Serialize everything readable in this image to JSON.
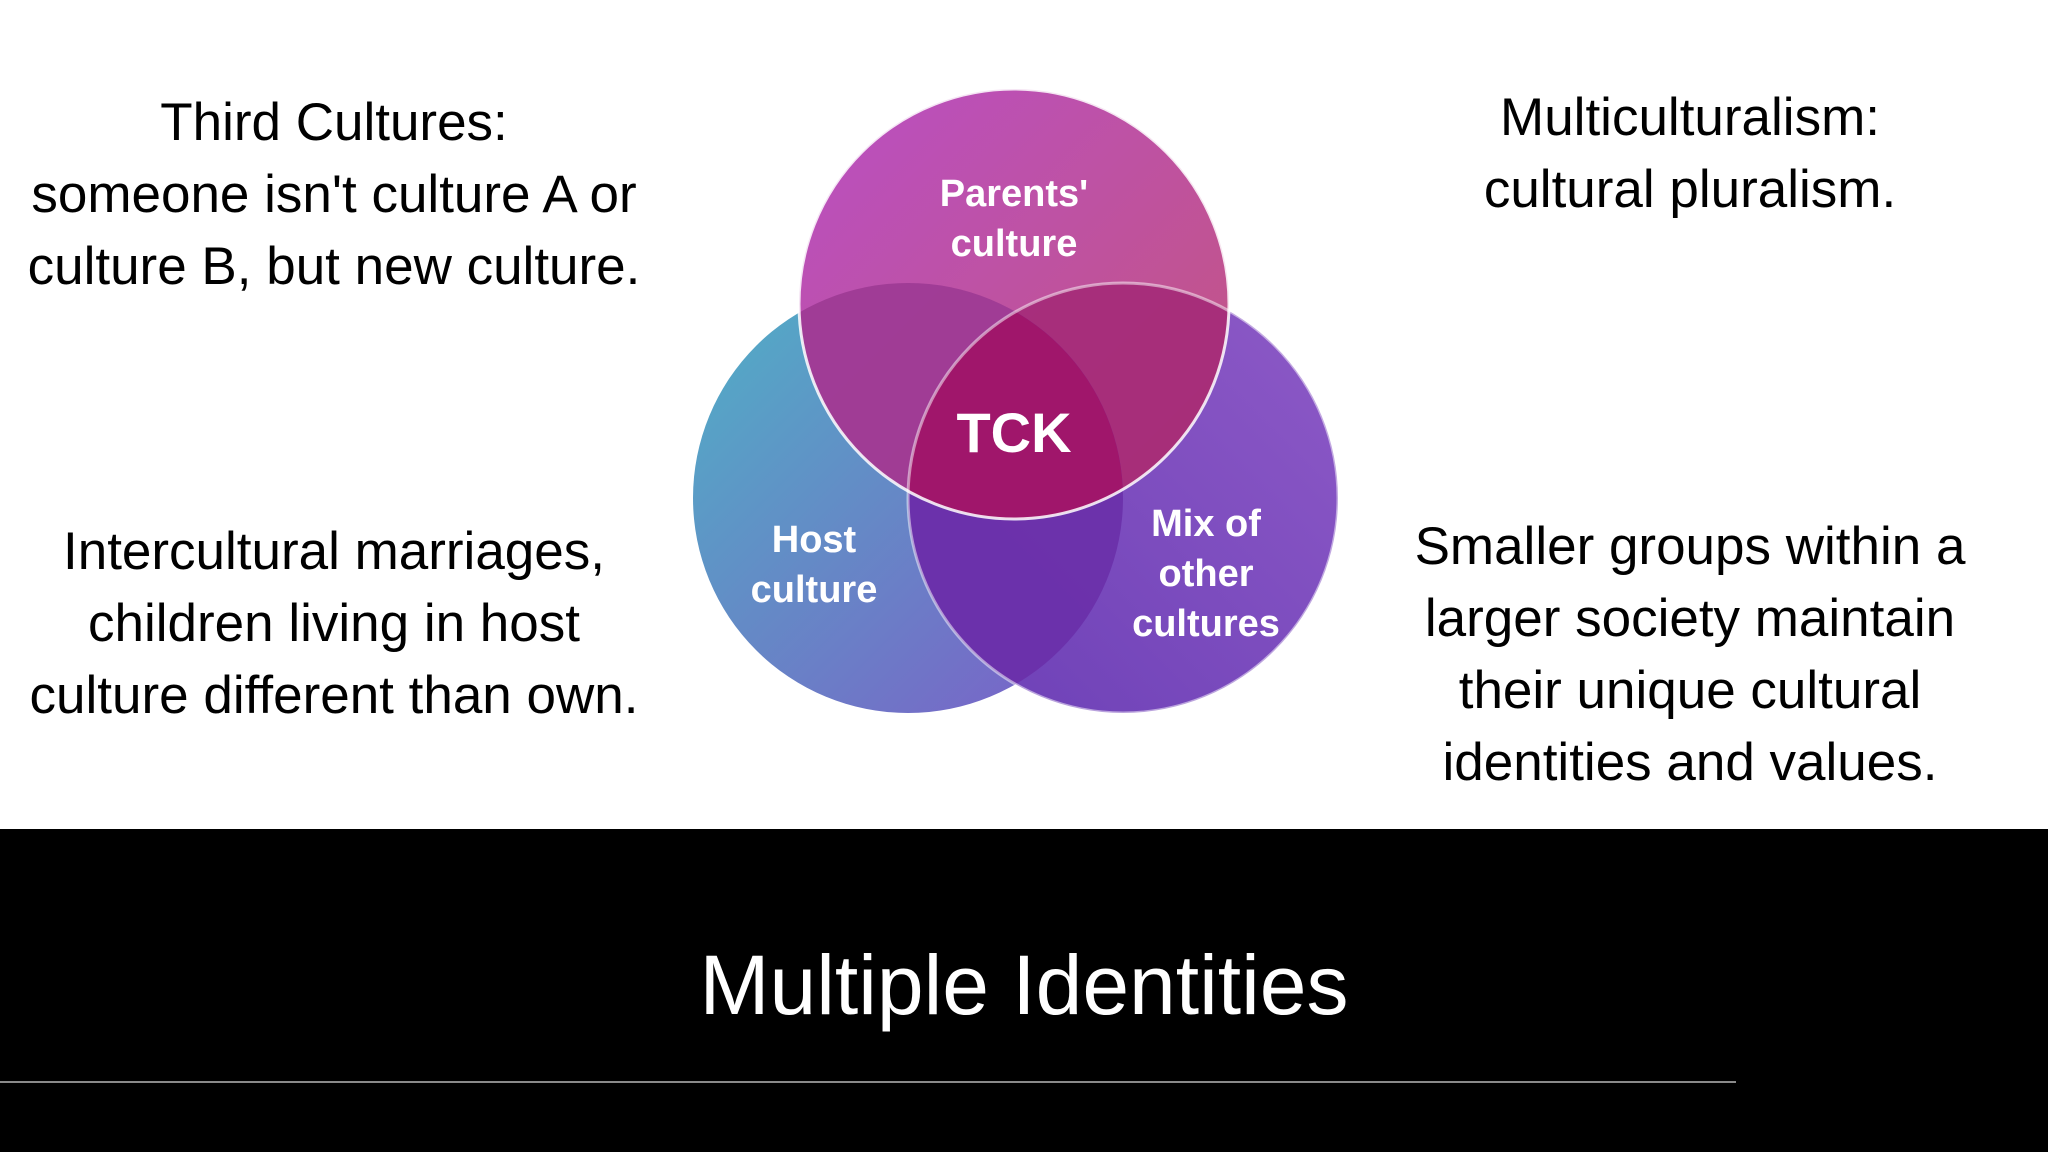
{
  "slide": {
    "title": "Multiple Identities",
    "colors": {
      "background": "#ffffff",
      "title_bar": "#000000",
      "title_text": "#ffffff",
      "rule": "#8a8a8a"
    }
  },
  "third_cultures": {
    "lines": [
      "Third Cultures:",
      "someone isn't culture A or",
      "culture B, but new culture."
    ]
  },
  "multiculturalism": {
    "lines": [
      "Multiculturalism:",
      "cultural pluralism."
    ]
  },
  "intercultural": {
    "lines": [
      "Intercultural marriages,",
      "children living in host",
      "culture different than own."
    ]
  },
  "smaller_groups": {
    "lines": [
      "Smaller groups within a",
      "larger society maintain",
      "their unique cultural",
      "identities and values."
    ]
  },
  "venn": {
    "center_label": "TCK",
    "circles": [
      {
        "lines": [
          "Parents'",
          "culture"
        ],
        "color_from": "#b74cbd",
        "color_to": "#c2537f"
      },
      {
        "lines": [
          "Host",
          "culture"
        ],
        "color_from": "#55a9c6",
        "color_to": "#7b5fc5"
      },
      {
        "lines": [
          "Mix of",
          "other",
          "cultures"
        ],
        "color_from": "#8b55c4",
        "color_to": "#6a3fb5"
      }
    ],
    "overlap_color": "#9b2f88",
    "center_color": "#a3176e"
  }
}
